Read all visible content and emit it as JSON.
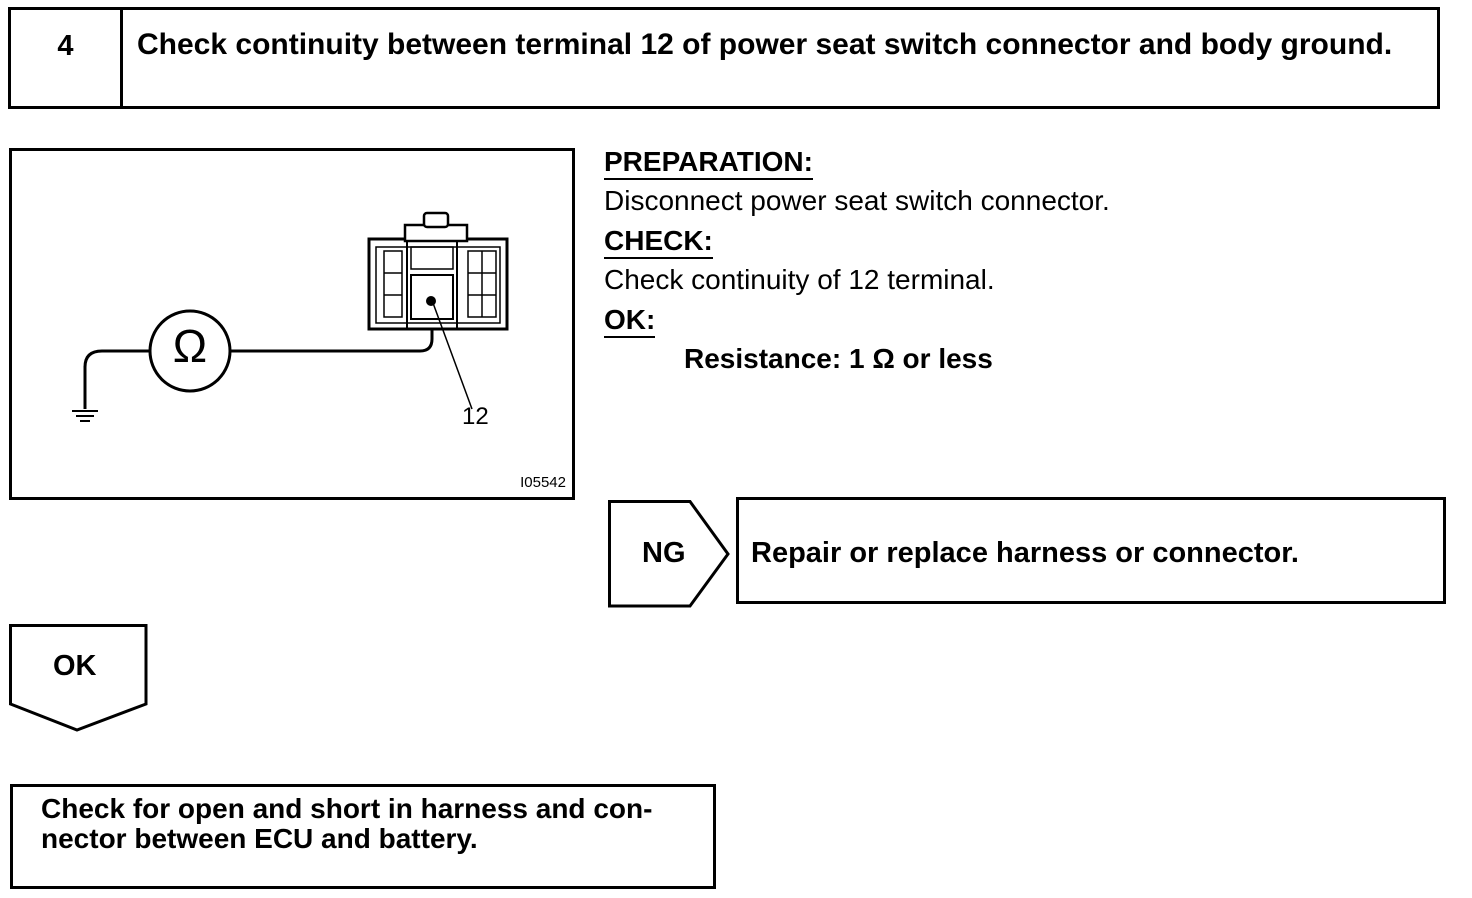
{
  "step": {
    "number": "4",
    "title": "Check continuity between terminal 12 of power seat switch connector and body ground."
  },
  "figure": {
    "ohmmeter_symbol": "Ω",
    "terminal_label": "12",
    "figure_id": "I05542",
    "icons": [
      "ohmmeter-icon",
      "ground-icon",
      "connector-icon"
    ]
  },
  "instructions": {
    "preparation_heading": "PREPARATION:",
    "preparation_text": "Disconnect power seat switch connector.",
    "check_heading": "CHECK:",
    "check_text": "Check continuity of 12 terminal.",
    "ok_heading": "OK:",
    "ok_spec": "Resistance: 1 Ω or less"
  },
  "ng_branch": {
    "label": "NG",
    "action": "Repair or replace harness or connector."
  },
  "ok_branch": {
    "label": "OK",
    "next_action": "Check for open and short in harness and con-nector between ECU and battery."
  }
}
